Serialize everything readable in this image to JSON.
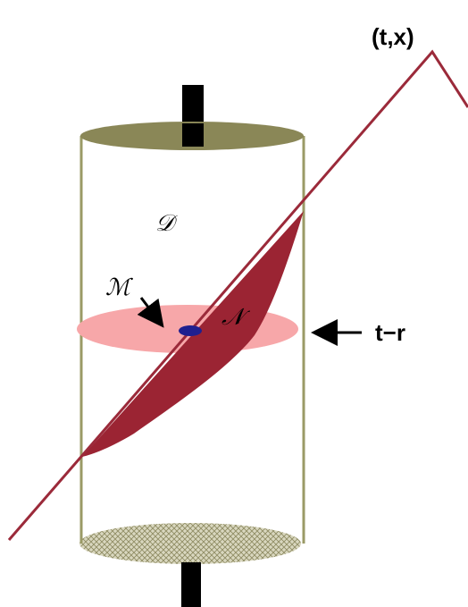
{
  "labels": {
    "point": "(t,x)",
    "region_d": "𝒟",
    "region_m": "ℳ",
    "region_n": "𝒩",
    "arrow_label": "t−r"
  },
  "colors": {
    "cylinder_line": "#9a9a66",
    "cylinder_cap": "#8a8757",
    "axis_bar": "#000000",
    "cone_line": "#9b2a3a",
    "surface_fill": "#9b2433",
    "disk_fill": "#f7a7a9",
    "dot_fill": "#1f1f8f",
    "hatch": "#b5b28f"
  },
  "icons": {
    "arrow_m": "arrow-icon",
    "arrow_tr": "arrow-left-icon"
  }
}
